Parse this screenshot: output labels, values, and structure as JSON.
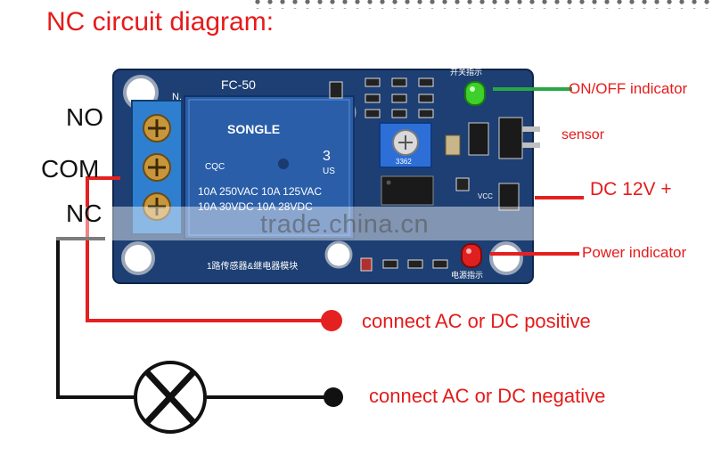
{
  "title": "NC circuit diagram:",
  "board": {
    "model": "FC-50",
    "relay_brand": "SONGLE",
    "relay_rating_1": "10A 250VAC  10A 125VAC",
    "relay_rating_2": "10A  30VDC  10A  28VDC",
    "relay_number": "3",
    "relay_cert": "US",
    "relay_cqc": "CQC",
    "pot_code": "3362",
    "n_mark": "N.",
    "vcc": "VCC",
    "board_label_cn": "1路传感器&继电器模块",
    "switch_label_cn": "开关指示",
    "power_label_cn": "电源指示"
  },
  "terminals": {
    "no": "NO",
    "com": "COM",
    "nc": "NC"
  },
  "labels": {
    "onoff": "ON/OFF indicator",
    "sensor": "sensor",
    "dc12v": "DC 12V +",
    "power": "Power indicator",
    "positive": "connect AC or DC positive",
    "negative": "connect AC or DC negative"
  },
  "watermark": "trade.china.cn",
  "colors": {
    "title_red": "#e51b1b",
    "wire_red": "#e52020",
    "wire_black": "#111111",
    "wire_green": "#28a745",
    "pcb_blue": "#1d3f73",
    "relay_blue": "#2a5ea8",
    "terminal_blue": "#2f7fd0",
    "led_green": "#3ecf2a",
    "led_red": "#e02020"
  },
  "icons": [
    "lamp-icon",
    "terminal-screw-icon",
    "potentiometer-icon",
    "led-icon"
  ]
}
